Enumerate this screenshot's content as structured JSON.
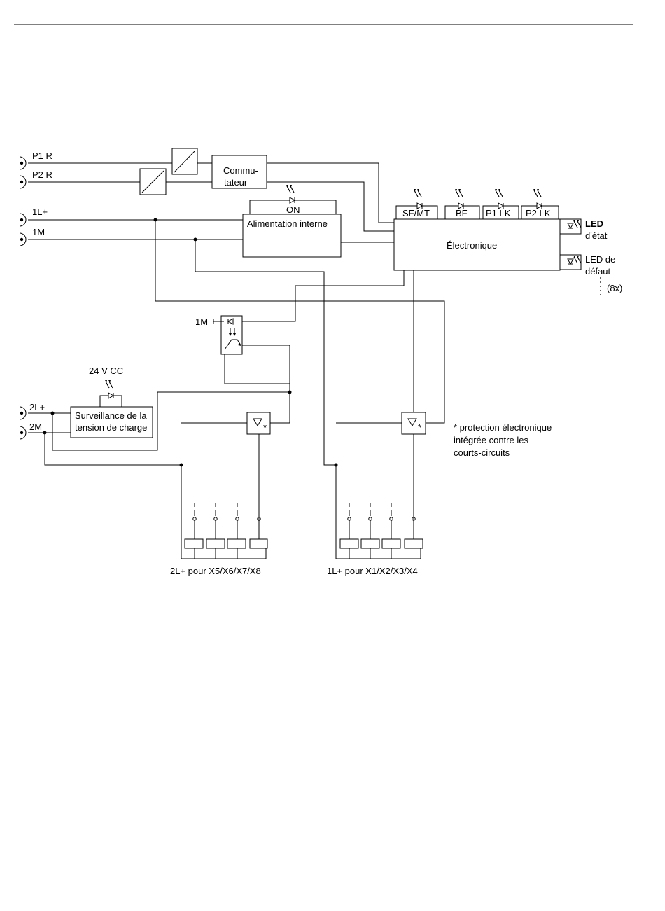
{
  "terminals": {
    "p1r": "P1 R",
    "p2r": "P2 R",
    "l1plus": "1L+",
    "m1": "1M",
    "l2plus": "2L+",
    "m2": "2M"
  },
  "blocks": {
    "commutateur_line1": "Commu-",
    "commutateur_line2": "tateur",
    "alimentation": "Alimentation interne",
    "on_led": "ON",
    "electronique": "Électronique",
    "surveillance_line1": "Surveillance de la",
    "surveillance_line2": "tension de charge",
    "ref_1m": "1M",
    "supply_24v": "24 V CC"
  },
  "status_leds": [
    "SF/MT",
    "BF",
    "P1 LK",
    "P2 LK"
  ],
  "side_leds": {
    "etat_line1": "LED",
    "etat_line2": "d'état",
    "defaut_line1": "LED de",
    "defaut_line2": "défaut",
    "count": "(8x)"
  },
  "notes": {
    "protection_line1": "* protection électronique",
    "protection_line2": "intégrée contre les",
    "protection_line3": "courts-circuits",
    "star": "*"
  },
  "outputs": {
    "group_left": "2L+ pour X5/X6/X7/X8",
    "group_right": "1L+ pour X1/X2/X3/X4"
  }
}
